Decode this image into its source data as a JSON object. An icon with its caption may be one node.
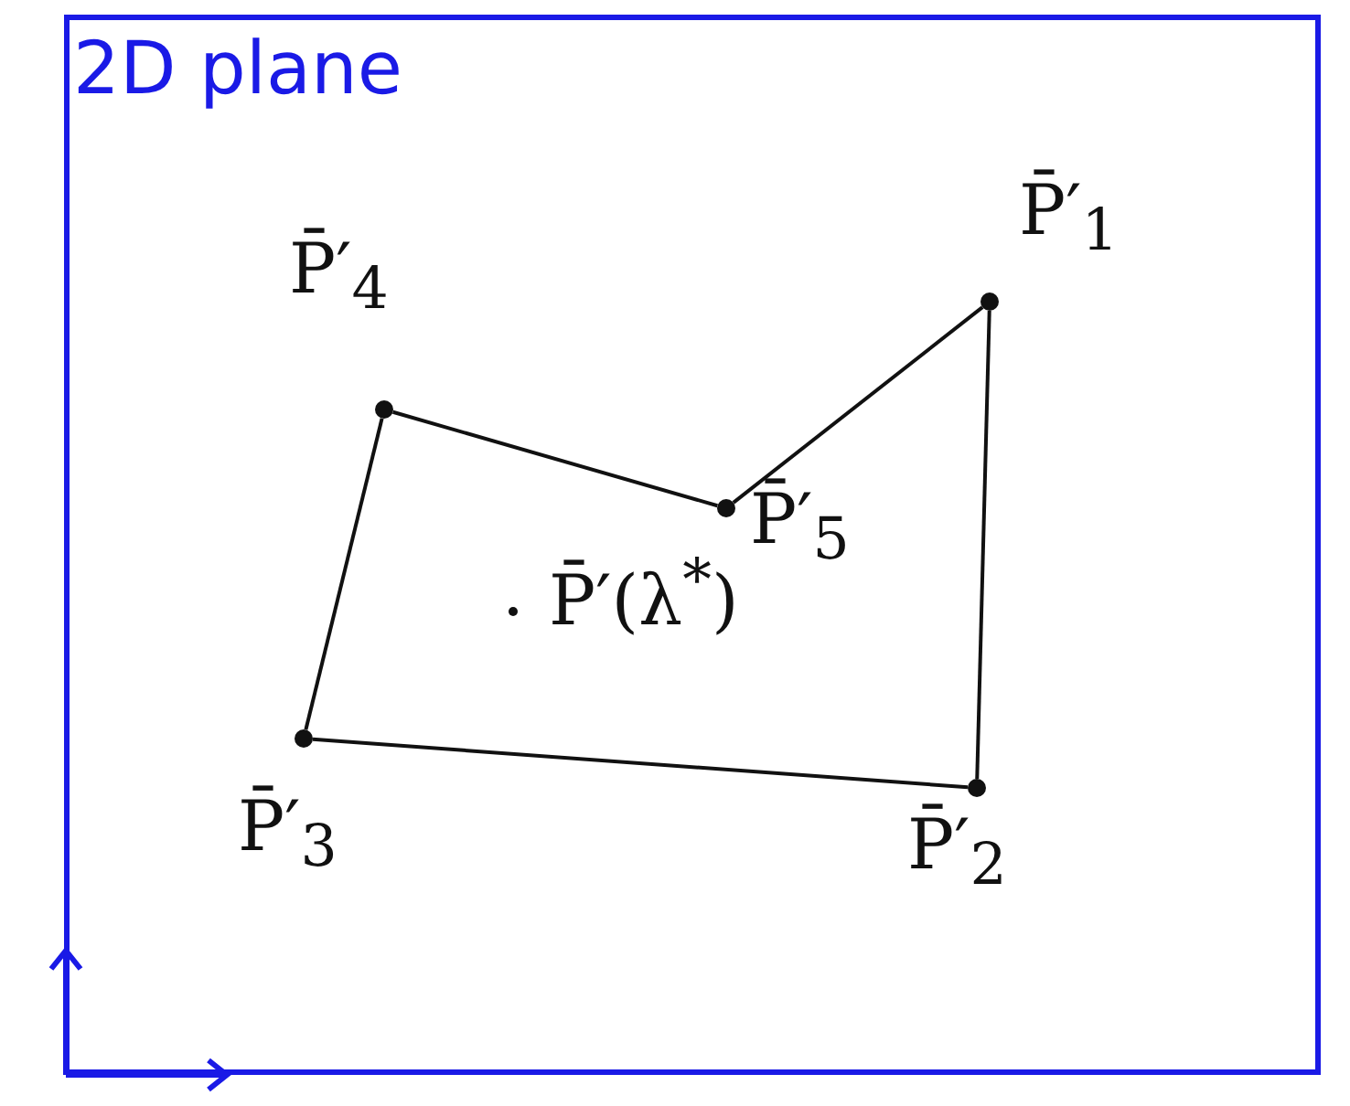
{
  "diagram": {
    "nodes": [
      {
        "text": [
          "2D plane"
        ]
      },
      {
        "text": [],
        "shape": "circle",
        "in": 0,
        "beside": [
          "P̄′$_{4}$"
        ]
      },
      {
        "text": [],
        "shape": "circle",
        "in": 0,
        "beside": [
          "P̄′$_{5}$"
        ]
      },
      {
        "text": [],
        "shape": "circle",
        "in": 0,
        "beside": [
          "P̄′$_{1}$"
        ]
      },
      {
        "text": [],
        "shape": "circle",
        "in": 0,
        "beside": [
          "P̄′(λ$^{*}$)"
        ]
      },
      {
        "text": [],
        "shape": "circle",
        "in": 0,
        "beside": [
          "P̄′$_{3}$"
        ]
      },
      {
        "text": [],
        "shape": "circle",
        "in": 0,
        "beside": [
          "P̄′$_{2}$"
        ]
      }
    ],
    "edges": [
      {
        "from": 1,
        "to": 2,
        "arrow": "none"
      },
      {
        "from": 2,
        "to": 3,
        "arrow": "none"
      },
      {
        "from": 3,
        "to": 6,
        "arrow": "none"
      },
      {
        "from": 6,
        "to": 5,
        "arrow": "none"
      },
      {
        "from": 5,
        "to": 1,
        "arrow": "none"
      }
    ]
  }
}
